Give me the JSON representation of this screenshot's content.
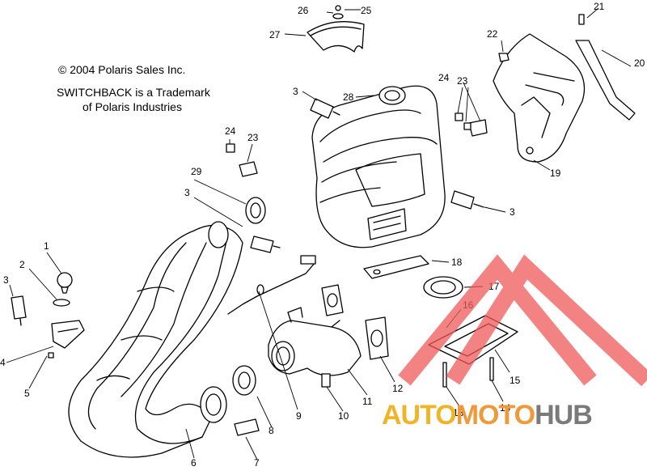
{
  "credits": {
    "copyright": "© 2004 Polaris Sales Inc.",
    "trademark_line1": "SWITCHBACK is a Trademark",
    "trademark_line2": "of Polaris Industries"
  },
  "callouts": {
    "c1": "1",
    "c2": "2",
    "c3a": "3",
    "c3b": "3",
    "c3c": "3",
    "c3d": "3",
    "c4": "4",
    "c5": "5",
    "c6": "6",
    "c7": "7",
    "c8": "8",
    "c9": "9",
    "c10": "10",
    "c11": "11",
    "c12": "12",
    "c13": "13",
    "c14": "14",
    "c15": "15",
    "c16": "16",
    "c17": "17",
    "c18": "18",
    "c19": "19",
    "c20": "20",
    "c21": "21",
    "c22": "22",
    "c23a": "23",
    "c23b": "23",
    "c24a": "24",
    "c24b": "24",
    "c25": "25",
    "c26": "26",
    "c27": "27",
    "c28": "28",
    "c29": "29"
  },
  "watermark": {
    "text_a": "AUTO",
    "text_b": "MOTO",
    "text_c": "HUB",
    "color_a": "#f0b428",
    "color_b": "#ee9a3a",
    "color_c": "#7a7a7a",
    "logo_color": "#f05a5a"
  }
}
